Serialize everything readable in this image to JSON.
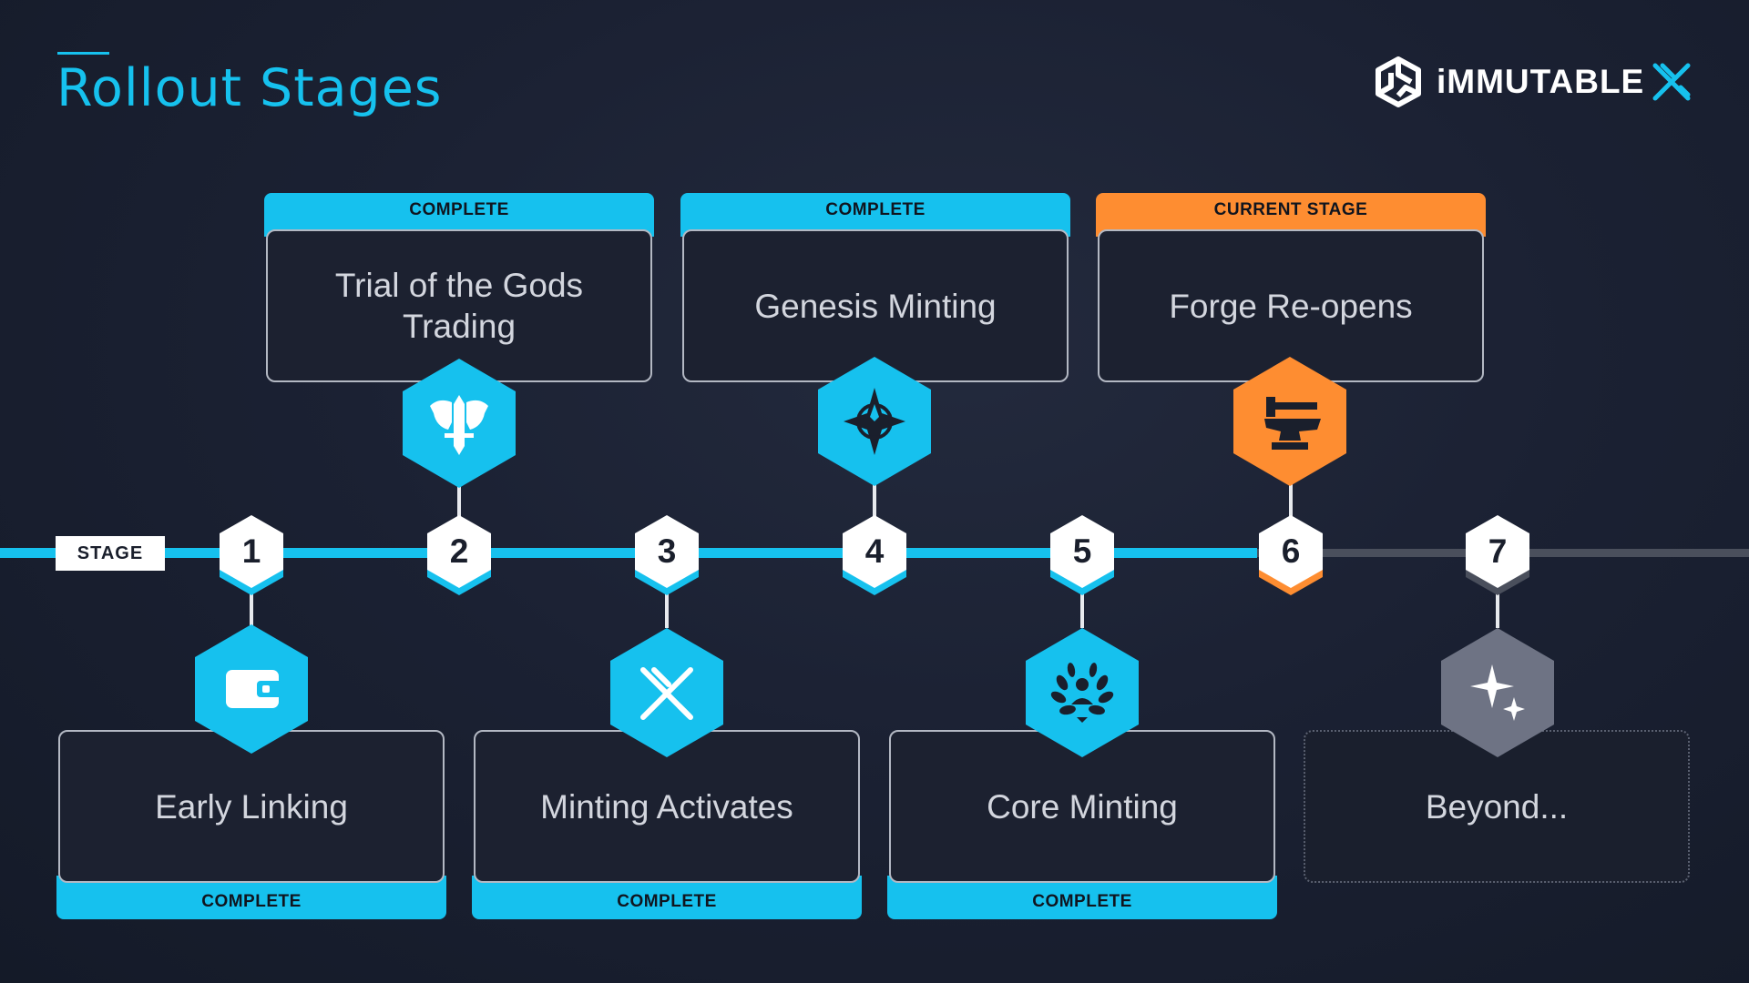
{
  "title": "Rollout Stages",
  "brand": {
    "name": "iMMUTABLE",
    "x_mark": "X"
  },
  "stage_label": "STAGE",
  "colors": {
    "accent": "#16c1ee",
    "current": "#fe8d31",
    "future": "#6e7384"
  },
  "stages": [
    {
      "number": "1",
      "title": "Early Linking",
      "status": "COMPLETE",
      "icon": "wallet-icon"
    },
    {
      "number": "2",
      "title": "Trial of the Gods Trading",
      "status": "COMPLETE",
      "icon": "winged-sword-icon"
    },
    {
      "number": "3",
      "title": "Minting Activates",
      "status": "COMPLETE",
      "icon": "immutable-x-icon"
    },
    {
      "number": "4",
      "title": "Genesis Minting",
      "status": "COMPLETE",
      "icon": "compass-star-icon"
    },
    {
      "number": "5",
      "title": "Core Minting",
      "status": "COMPLETE",
      "icon": "laurel-wreath-icon"
    },
    {
      "number": "6",
      "title": "Forge Re-opens",
      "status": "CURRENT STAGE",
      "icon": "anvil-icon"
    },
    {
      "number": "7",
      "title": "Beyond...",
      "status": "",
      "icon": "sparkles-icon"
    }
  ]
}
